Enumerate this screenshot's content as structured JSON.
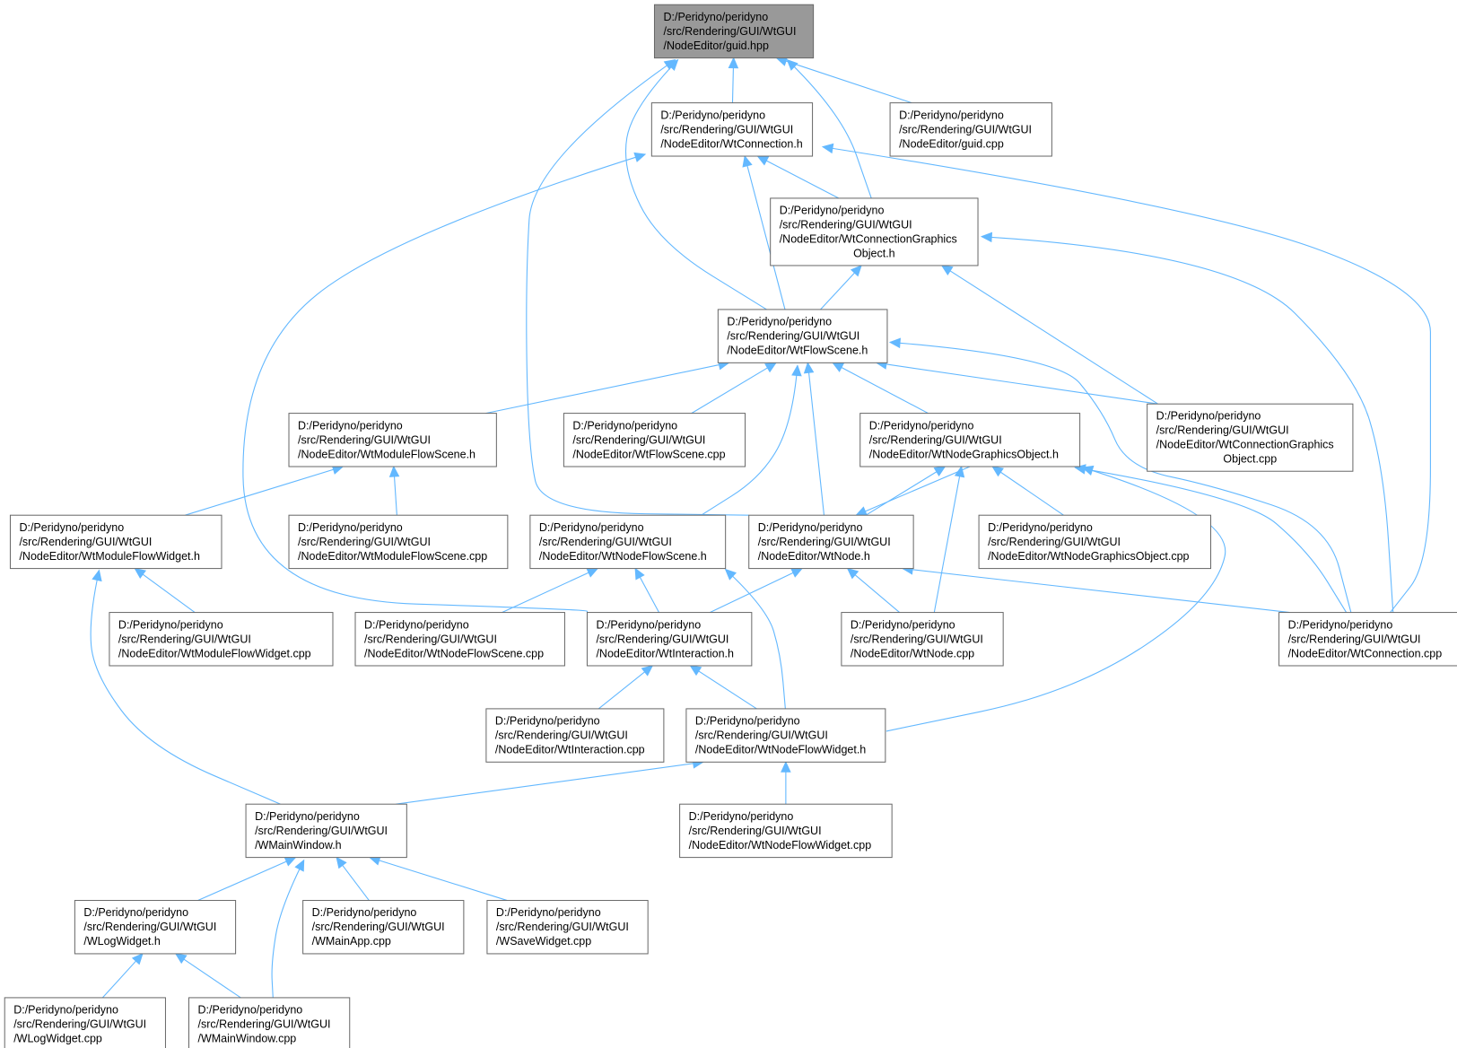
{
  "nodes": [
    {
      "id": "guid_h",
      "lines": [
        "D:/Peridyno/peridyno",
        "/src/Rendering/GUI/WtGUI",
        "/NodeEditor/guid.hpp"
      ],
      "root": true
    },
    {
      "id": "wtconnection_h",
      "lines": [
        "D:/Peridyno/peridyno",
        "/src/Rendering/GUI/WtGUI",
        "/NodeEditor/WtConnection.h"
      ]
    },
    {
      "id": "guid_cpp",
      "lines": [
        "D:/Peridyno/peridyno",
        "/src/Rendering/GUI/WtGUI",
        "/NodeEditor/guid.cpp"
      ]
    },
    {
      "id": "wtconngfx_h",
      "lines": [
        "D:/Peridyno/peridyno",
        "/src/Rendering/GUI/WtGUI",
        "/NodeEditor/WtConnectionGraphics",
        "Object.h"
      ]
    },
    {
      "id": "wtflowscene_h",
      "lines": [
        "D:/Peridyno/peridyno",
        "/src/Rendering/GUI/WtGUI",
        "/NodeEditor/WtFlowScene.h"
      ]
    },
    {
      "id": "wtmoduleflowscene_h",
      "lines": [
        "D:/Peridyno/peridyno",
        "/src/Rendering/GUI/WtGUI",
        "/NodeEditor/WtModuleFlowScene.h"
      ]
    },
    {
      "id": "wtflowscene_cpp",
      "lines": [
        "D:/Peridyno/peridyno",
        "/src/Rendering/GUI/WtGUI",
        "/NodeEditor/WtFlowScene.cpp"
      ]
    },
    {
      "id": "wtnodegfx_h",
      "lines": [
        "D:/Peridyno/peridyno",
        "/src/Rendering/GUI/WtGUI",
        "/NodeEditor/WtNodeGraphicsObject.h"
      ]
    },
    {
      "id": "wtconngfx_cpp",
      "lines": [
        "D:/Peridyno/peridyno",
        "/src/Rendering/GUI/WtGUI",
        "/NodeEditor/WtConnectionGraphics",
        "Object.cpp"
      ]
    },
    {
      "id": "wtmoduleflowwidget_h",
      "lines": [
        "D:/Peridyno/peridyno",
        "/src/Rendering/GUI/WtGUI",
        "/NodeEditor/WtModuleFlowWidget.h"
      ]
    },
    {
      "id": "wtmoduleflowscene_cpp",
      "lines": [
        "D:/Peridyno/peridyno",
        "/src/Rendering/GUI/WtGUI",
        "/NodeEditor/WtModuleFlowScene.cpp"
      ]
    },
    {
      "id": "wtnodeflowscene_h",
      "lines": [
        "D:/Peridyno/peridyno",
        "/src/Rendering/GUI/WtGUI",
        "/NodeEditor/WtNodeFlowScene.h"
      ]
    },
    {
      "id": "wtnode_h",
      "lines": [
        "D:/Peridyno/peridyno",
        "/src/Rendering/GUI/WtGUI",
        "/NodeEditor/WtNode.h"
      ]
    },
    {
      "id": "wtnodegfx_cpp",
      "lines": [
        "D:/Peridyno/peridyno",
        "/src/Rendering/GUI/WtGUI",
        "/NodeEditor/WtNodeGraphicsObject.cpp"
      ]
    },
    {
      "id": "wtmoduleflowwidget_cpp",
      "lines": [
        "D:/Peridyno/peridyno",
        "/src/Rendering/GUI/WtGUI",
        "/NodeEditor/WtModuleFlowWidget.cpp"
      ]
    },
    {
      "id": "wtnodeflowscene_cpp",
      "lines": [
        "D:/Peridyno/peridyno",
        "/src/Rendering/GUI/WtGUI",
        "/NodeEditor/WtNodeFlowScene.cpp"
      ]
    },
    {
      "id": "wtinteraction_h",
      "lines": [
        "D:/Peridyno/peridyno",
        "/src/Rendering/GUI/WtGUI",
        "/NodeEditor/WtInteraction.h"
      ]
    },
    {
      "id": "wtnode_cpp",
      "lines": [
        "D:/Peridyno/peridyno",
        "/src/Rendering/GUI/WtGUI",
        "/NodeEditor/WtNode.cpp"
      ]
    },
    {
      "id": "wtconnection_cpp",
      "lines": [
        "D:/Peridyno/peridyno",
        "/src/Rendering/GUI/WtGUI",
        "/NodeEditor/WtConnection.cpp"
      ]
    },
    {
      "id": "wtinteraction_cpp",
      "lines": [
        "D:/Peridyno/peridyno",
        "/src/Rendering/GUI/WtGUI",
        "/NodeEditor/WtInteraction.cpp"
      ]
    },
    {
      "id": "wtnodeflowwidget_h",
      "lines": [
        "D:/Peridyno/peridyno",
        "/src/Rendering/GUI/WtGUI",
        "/NodeEditor/WtNodeFlowWidget.h"
      ]
    },
    {
      "id": "wmainwindow_h",
      "lines": [
        "D:/Peridyno/peridyno",
        "/src/Rendering/GUI/WtGUI",
        "/WMainWindow.h"
      ]
    },
    {
      "id": "wtnodeflowwidget_cpp",
      "lines": [
        "D:/Peridyno/peridyno",
        "/src/Rendering/GUI/WtGUI",
        "/NodeEditor/WtNodeFlowWidget.cpp"
      ]
    },
    {
      "id": "wlogwidget_h",
      "lines": [
        "D:/Peridyno/peridyno",
        "/src/Rendering/GUI/WtGUI",
        "/WLogWidget.h"
      ]
    },
    {
      "id": "wmainapp_cpp",
      "lines": [
        "D:/Peridyno/peridyno",
        "/src/Rendering/GUI/WtGUI",
        "/WMainApp.cpp"
      ]
    },
    {
      "id": "wsavewidget_cpp",
      "lines": [
        "D:/Peridyno/peridyno",
        "/src/Rendering/GUI/WtGUI",
        "/WSaveWidget.cpp"
      ]
    },
    {
      "id": "wlogwidget_cpp",
      "lines": [
        "D:/Peridyno/peridyno",
        "/src/Rendering/GUI/WtGUI",
        "/WLogWidget.cpp"
      ]
    },
    {
      "id": "wmainwindow_cpp",
      "lines": [
        "D:/Peridyno/peridyno",
        "/src/Rendering/GUI/WtGUI",
        "/WMainWindow.cpp"
      ]
    }
  ],
  "edges": [
    {
      "from": "guid_h",
      "to": "wtconnection_h"
    },
    {
      "from": "guid_h",
      "to": "guid_cpp"
    },
    {
      "from": "guid_h",
      "to": "wtconngfx_h"
    },
    {
      "from": "guid_h",
      "to": "wtflowscene_h"
    },
    {
      "from": "guid_h",
      "to": "wtnode_h"
    },
    {
      "from": "wtconnection_h",
      "to": "wtconngfx_h"
    },
    {
      "from": "wtconnection_h",
      "to": "wtflowscene_h"
    },
    {
      "from": "wtconnection_h",
      "to": "wtinteraction_h"
    },
    {
      "from": "wtconnection_h",
      "to": "wtconnection_cpp"
    },
    {
      "from": "wtconngfx_h",
      "to": "wtflowscene_h"
    },
    {
      "from": "wtconngfx_h",
      "to": "wtconngfx_cpp"
    },
    {
      "from": "wtconngfx_h",
      "to": "wtconnection_cpp"
    },
    {
      "from": "wtflowscene_h",
      "to": "wtmoduleflowscene_h"
    },
    {
      "from": "wtflowscene_h",
      "to": "wtflowscene_cpp"
    },
    {
      "from": "wtflowscene_h",
      "to": "wtnodegfx_h"
    },
    {
      "from": "wtflowscene_h",
      "to": "wtconngfx_cpp"
    },
    {
      "from": "wtflowscene_h",
      "to": "wtnodeflowscene_h"
    },
    {
      "from": "wtflowscene_h",
      "to": "wtnode_h"
    },
    {
      "from": "wtflowscene_h",
      "to": "wtconnection_cpp"
    },
    {
      "from": "wtmoduleflowscene_h",
      "to": "wtmoduleflowwidget_h"
    },
    {
      "from": "wtmoduleflowscene_h",
      "to": "wtmoduleflowscene_cpp"
    },
    {
      "from": "wtnodegfx_h",
      "to": "wtnode_h"
    },
    {
      "from": "wtnode_h",
      "to": "wtnodegfx_h"
    },
    {
      "from": "wtnodegfx_h",
      "to": "wtnodegfx_cpp"
    },
    {
      "from": "wtnodegfx_h",
      "to": "wtnode_cpp"
    },
    {
      "from": "wtnodegfx_h",
      "to": "wtconnection_cpp"
    },
    {
      "from": "wtnodegfx_h",
      "to": "wtnodeflowwidget_h"
    },
    {
      "from": "wtmoduleflowwidget_h",
      "to": "wtmoduleflowwidget_cpp"
    },
    {
      "from": "wtmoduleflowwidget_h",
      "to": "wmainwindow_h"
    },
    {
      "from": "wtnodeflowscene_h",
      "to": "wtnodeflowscene_cpp"
    },
    {
      "from": "wtnodeflowscene_h",
      "to": "wtinteraction_h"
    },
    {
      "from": "wtnodeflowscene_h",
      "to": "wtnodeflowwidget_h"
    },
    {
      "from": "wtnode_h",
      "to": "wtinteraction_h"
    },
    {
      "from": "wtnode_h",
      "to": "wtnode_cpp"
    },
    {
      "from": "wtnode_h",
      "to": "wtconnection_cpp"
    },
    {
      "from": "wtinteraction_h",
      "to": "wtinteraction_cpp"
    },
    {
      "from": "wtinteraction_h",
      "to": "wtnodeflowwidget_h"
    },
    {
      "from": "wtnodeflowwidget_h",
      "to": "wtnodeflowwidget_cpp"
    },
    {
      "from": "wtnodeflowwidget_h",
      "to": "wmainwindow_h"
    },
    {
      "from": "wmainwindow_h",
      "to": "wlogwidget_h"
    },
    {
      "from": "wmainwindow_h",
      "to": "wmainapp_cpp"
    },
    {
      "from": "wmainwindow_h",
      "to": "wsavewidget_cpp"
    },
    {
      "from": "wmainwindow_h",
      "to": "wmainwindow_cpp"
    },
    {
      "from": "wlogwidget_h",
      "to": "wlogwidget_cpp"
    },
    {
      "from": "wlogwidget_h",
      "to": "wmainwindow_cpp"
    }
  ],
  "colors": {
    "edge": "#63b8ff",
    "root_fill": "#999999",
    "node_fill": "#ffffff",
    "node_border": "#666666",
    "text": "#000000"
  }
}
